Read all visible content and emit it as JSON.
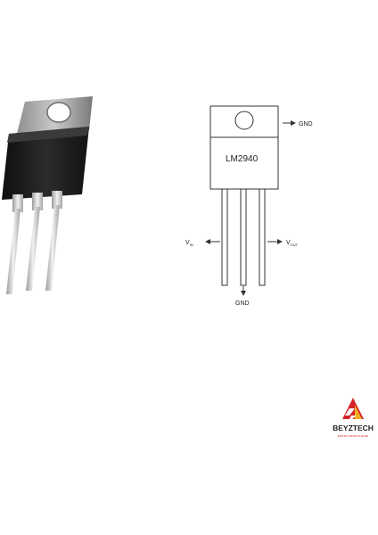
{
  "diagram": {
    "part_label": "LM2940",
    "gnd_tab_label": "GND",
    "vin_main": "V",
    "vin_sub": "IN",
    "vout_main": "V",
    "vout_sub": "OUT",
    "gnd_bottom_label": "GND"
  },
  "logo": {
    "brand": "BEYZTECH",
    "tagline": "EĞİTİM TEKNOLOJİLERİ",
    "colors": {
      "red": "#d6232a",
      "yellow": "#f2b01e",
      "dark": "#231f20"
    }
  }
}
